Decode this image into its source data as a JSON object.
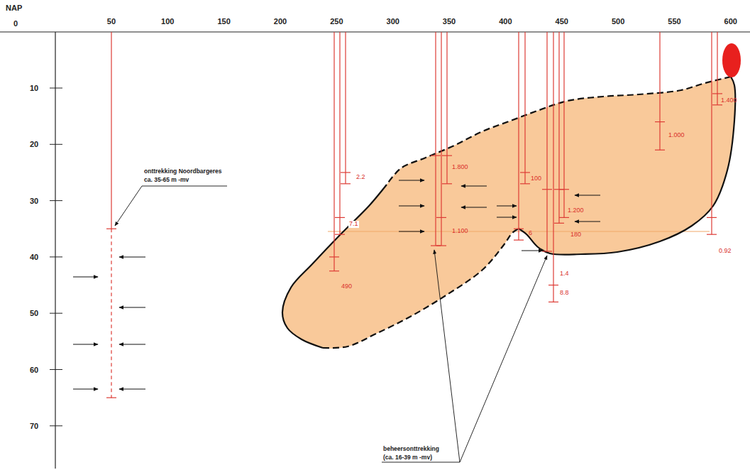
{
  "diagram": {
    "labels": [
      "NAP",
      "0",
      "50",
      "100",
      "150",
      "200",
      "250",
      "300",
      "350",
      "400",
      "450",
      "500",
      "550",
      "600",
      "10",
      "20",
      "30",
      "40",
      "50",
      "60",
      "70",
      "onttrekking Noordbargeres",
      "ca. 35-65 m -mv",
      "2.2",
      "7.1",
      "490",
      "1.800",
      "1.100",
      "100",
      "6",
      "1.200",
      "180",
      "1.4",
      "8.8",
      "1.000",
      "1.400",
      "0.92",
      "beheersonttrekking",
      "(ca. 16-39 m -mv)"
    ]
  }
}
